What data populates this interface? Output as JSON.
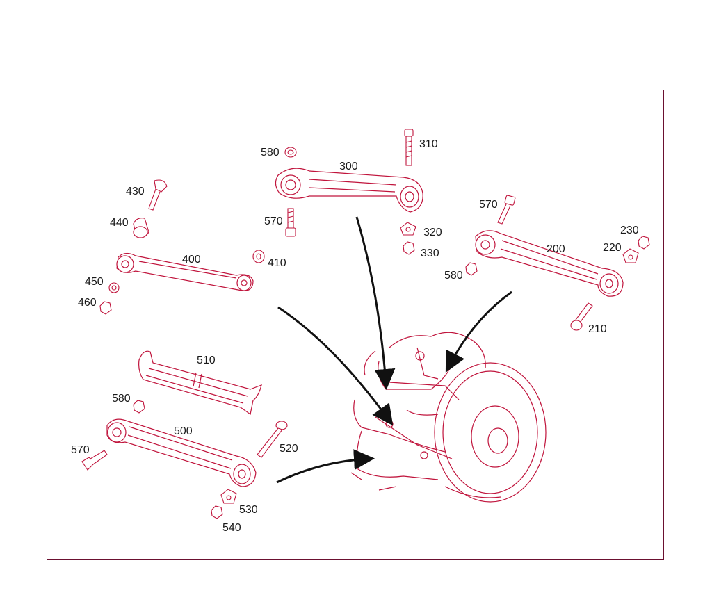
{
  "callouts": [
    {
      "id": "c310",
      "text": "310"
    },
    {
      "id": "c580a",
      "text": "580"
    },
    {
      "id": "c300",
      "text": "300"
    },
    {
      "id": "c430",
      "text": "430"
    },
    {
      "id": "c570a",
      "text": "570"
    },
    {
      "id": "c440",
      "text": "440"
    },
    {
      "id": "c320",
      "text": "320"
    },
    {
      "id": "c570b",
      "text": "570"
    },
    {
      "id": "c230",
      "text": "230"
    },
    {
      "id": "c330",
      "text": "330"
    },
    {
      "id": "c400",
      "text": "400"
    },
    {
      "id": "c200",
      "text": "200"
    },
    {
      "id": "c220",
      "text": "220"
    },
    {
      "id": "c410",
      "text": "410"
    },
    {
      "id": "c580b",
      "text": "580"
    },
    {
      "id": "c450",
      "text": "450"
    },
    {
      "id": "c460",
      "text": "460"
    },
    {
      "id": "c210",
      "text": "210"
    },
    {
      "id": "c510",
      "text": "510"
    },
    {
      "id": "c580c",
      "text": "580"
    },
    {
      "id": "c500",
      "text": "500"
    },
    {
      "id": "c570c",
      "text": "570"
    },
    {
      "id": "c520",
      "text": "520"
    },
    {
      "id": "c530",
      "text": "530"
    },
    {
      "id": "c540",
      "text": "540"
    }
  ],
  "colors": {
    "frame": "#6b1030",
    "part_outline": "#c0143c",
    "part_fill": "#ffffff",
    "arrow": "#111111",
    "text": "#1a1a1a"
  }
}
